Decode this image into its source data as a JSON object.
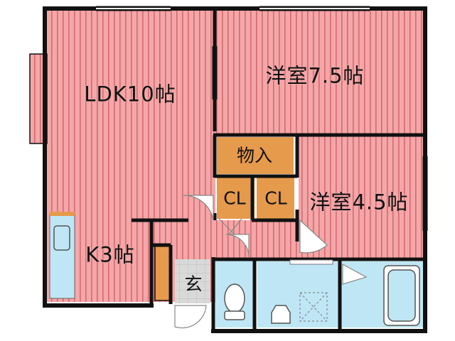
{
  "rooms": {
    "ldk": "LDK10帖",
    "western_large": "洋室7.5帖",
    "western_small": "洋室4.5帖",
    "storage": "物入",
    "closet_a": "CL",
    "closet_b": "CL",
    "kitchen": "K3帖",
    "entrance": "玄"
  },
  "colors": {
    "room_fill": "#f4a7a8",
    "room_stripe": "#d56a70",
    "wall": "#111111",
    "storage_fill": "#e69a4c",
    "wet_fill": "#bfe6f4",
    "entrance_fill": "#d9d9d9"
  }
}
